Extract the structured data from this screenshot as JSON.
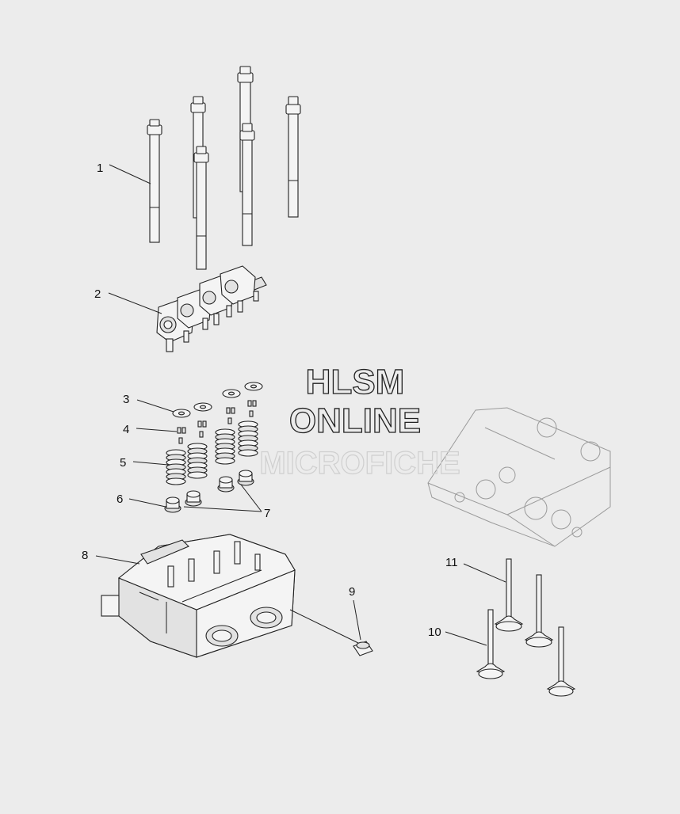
{
  "watermark": {
    "line1": "HLSM",
    "line2": "ONLINE",
    "line3": "MICROFICHE"
  },
  "callouts": [
    {
      "id": "c1",
      "text": "1"
    },
    {
      "id": "c2",
      "text": "2"
    },
    {
      "id": "c3",
      "text": "3"
    },
    {
      "id": "c4",
      "text": "4"
    },
    {
      "id": "c5",
      "text": "5"
    },
    {
      "id": "c6",
      "text": "6"
    },
    {
      "id": "c7",
      "text": "7"
    },
    {
      "id": "c8",
      "text": "8"
    },
    {
      "id": "c9",
      "text": "9"
    },
    {
      "id": "c10",
      "text": "10"
    },
    {
      "id": "c11",
      "text": "11"
    }
  ],
  "colors": {
    "background": "#ececec",
    "ink": "#222222",
    "ghost": "#9a9a9a"
  }
}
